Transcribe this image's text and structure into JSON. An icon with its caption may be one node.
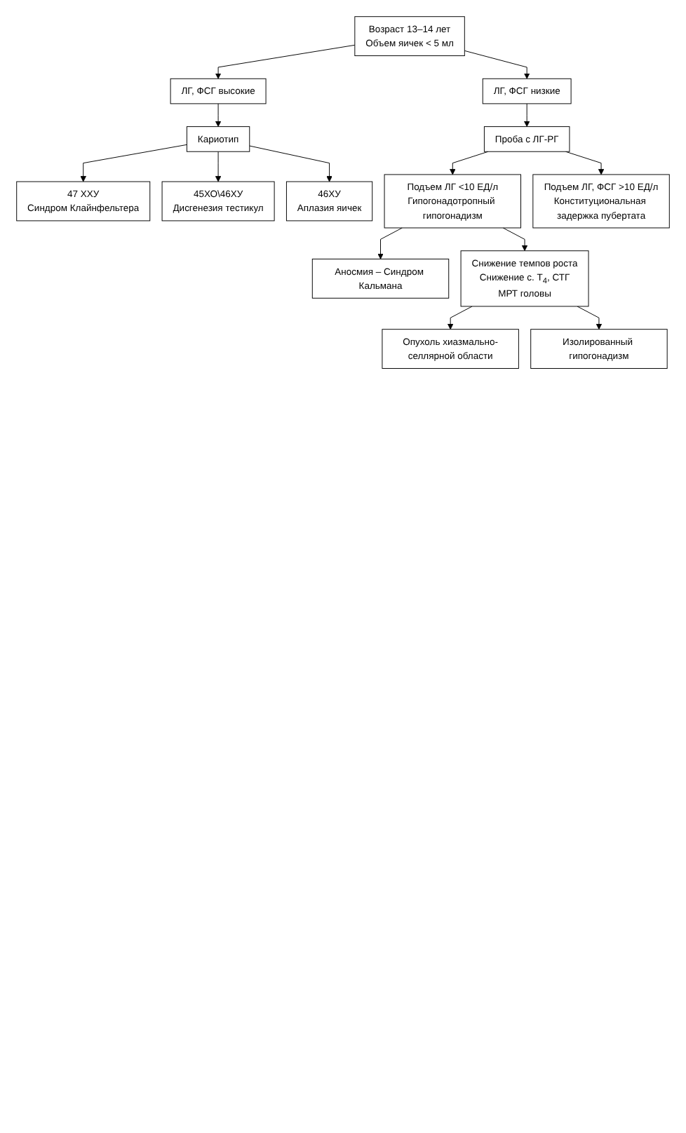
{
  "diagram": {
    "nodes": [
      {
        "text": [
          "Возраст 13–14 лет",
          "Объем яичек < 5 мл"
        ]
      },
      {
        "text": [
          "ЛГ, ФСГ высокие"
        ]
      },
      {
        "text": [
          "ЛГ, ФСГ низкие"
        ]
      },
      {
        "text": [
          "Кариотип"
        ]
      },
      {
        "text": [
          "Проба с ЛГ-РГ"
        ]
      },
      {
        "text": [
          "47 ХХУ",
          "Синдром Клайнфельтера"
        ]
      },
      {
        "text": [
          "45ХО\\46ХУ",
          "Дисгенезия тестикул"
        ]
      },
      {
        "text": [
          "Подъем ЛГ <10 ЕД/л",
          "Гипогонадотропный гипогонадизм"
        ]
      },
      {
        "text": [
          "Подъем ЛГ, ФСГ >10 ЕД/л",
          "Конституциональная задержка пубертата"
        ]
      },
      {
        "text": [
          "46ХУ",
          "Аплазия яичек"
        ]
      },
      {
        "text": [
          "Аносмия – Синдром Кальмана"
        ]
      },
      {
        "text": [
          "Снижение темпов роста",
          "Снижение с. T$_{4}$, СТГ",
          "МРТ головы"
        ]
      },
      {
        "text": [
          "Опухоль хиазмально-селлярной области"
        ]
      },
      {
        "text": [
          "Изолированный гипогонадизм"
        ]
      }
    ],
    "edges": [
      {
        "from": 0,
        "to": 1,
        "arrow": "to"
      },
      {
        "from": 0,
        "to": 2,
        "arrow": "to"
      },
      {
        "from": 1,
        "to": 3,
        "arrow": "to"
      },
      {
        "from": 2,
        "to": 4,
        "arrow": "to"
      },
      {
        "from": 3,
        "to": 5,
        "arrow": "to"
      },
      {
        "from": 3,
        "to": 6,
        "arrow": "to"
      },
      {
        "from": 3,
        "to": 9,
        "arrow": "to"
      },
      {
        "from": 4,
        "to": 7,
        "arrow": "to"
      },
      {
        "from": 4,
        "to": 8,
        "arrow": "to"
      },
      {
        "from": 7,
        "to": 10,
        "arrow": "to"
      },
      {
        "from": 7,
        "to": 11,
        "arrow": "to"
      },
      {
        "from": 11,
        "to": 12,
        "arrow": "to"
      },
      {
        "from": 11,
        "to": 13,
        "arrow": "to"
      }
    ]
  }
}
